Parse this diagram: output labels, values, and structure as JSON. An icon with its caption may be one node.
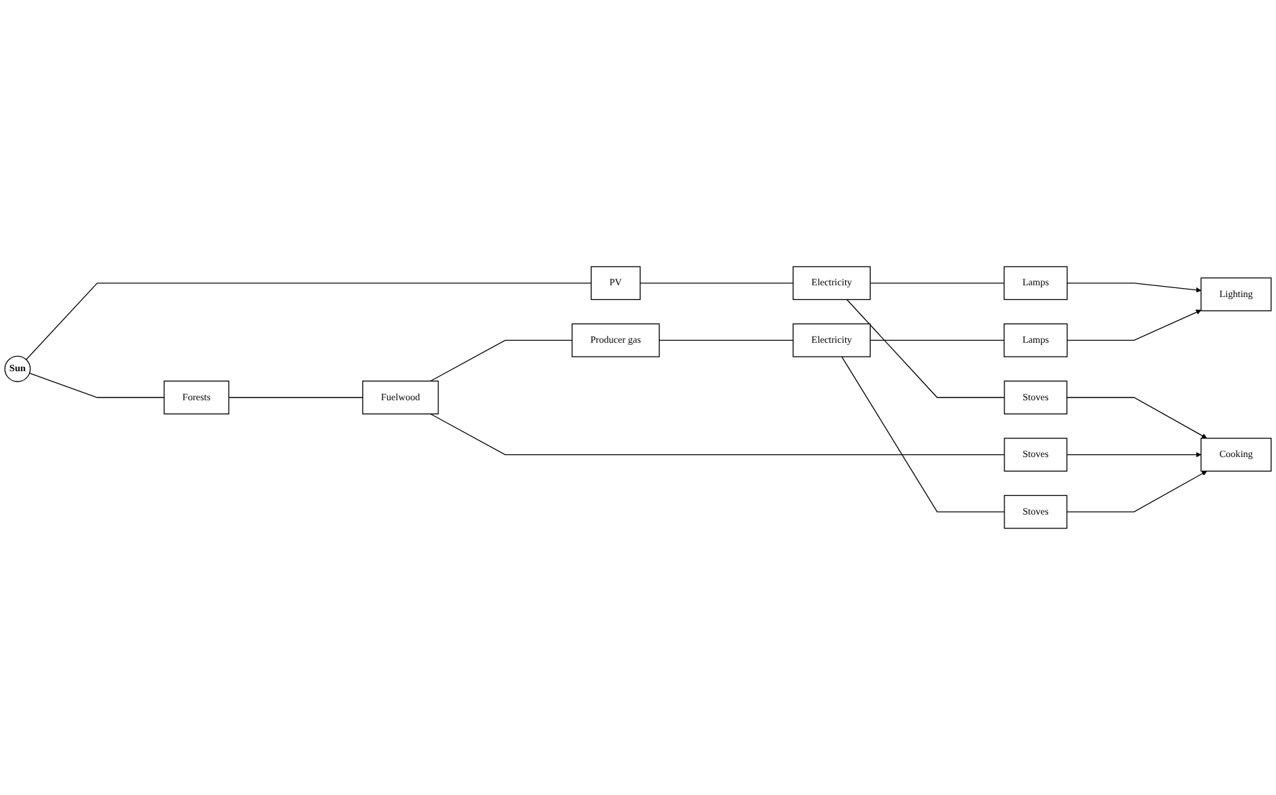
{
  "diagram": {
    "nodes": [
      {
        "text": [
          "Sun"
        ]
      },
      {
        "text": [
          "PV"
        ]
      },
      {
        "text": [
          "Electricity"
        ]
      },
      {
        "text": [
          "Lamps"
        ]
      },
      {
        "text": [
          "Lighting"
        ]
      },
      {
        "text": [
          "Stoves"
        ]
      },
      {
        "text": [
          "Forests"
        ]
      },
      {
        "text": [
          "Fuelwood"
        ]
      },
      {
        "text": [
          "Stoves"
        ]
      },
      {
        "text": [
          "Cooking"
        ]
      },
      {
        "text": [
          "Producer gas"
        ]
      },
      {
        "text": [
          "Electricity"
        ]
      },
      {
        "text": [
          "Lamps"
        ]
      },
      {
        "text": [
          "Stoves"
        ]
      }
    ],
    "edges": [
      {
        "from": 0,
        "to": 1,
        "arrow": "none"
      },
      {
        "from": 1,
        "to": 2,
        "arrow": "none"
      },
      {
        "from": 2,
        "to": 3,
        "arrow": "none"
      },
      {
        "from": 3,
        "to": 4,
        "arrow": "to"
      },
      {
        "from": 2,
        "to": 5,
        "arrow": "none"
      },
      {
        "from": 5,
        "to": 9,
        "arrow": "to"
      },
      {
        "from": 0,
        "to": 6,
        "arrow": "none"
      },
      {
        "from": 6,
        "to": 7,
        "arrow": "none"
      },
      {
        "from": 7,
        "to": 8,
        "arrow": "none"
      },
      {
        "from": 8,
        "to": 9,
        "arrow": "to"
      },
      {
        "from": 7,
        "to": 10,
        "arrow": "none"
      },
      {
        "from": 10,
        "to": 11,
        "arrow": "none"
      },
      {
        "from": 11,
        "to": 12,
        "arrow": "none"
      },
      {
        "from": 12,
        "to": 4,
        "arrow": "to"
      },
      {
        "from": 11,
        "to": 13,
        "arrow": "none"
      },
      {
        "from": 13,
        "to": 9,
        "arrow": "to"
      }
    ]
  }
}
